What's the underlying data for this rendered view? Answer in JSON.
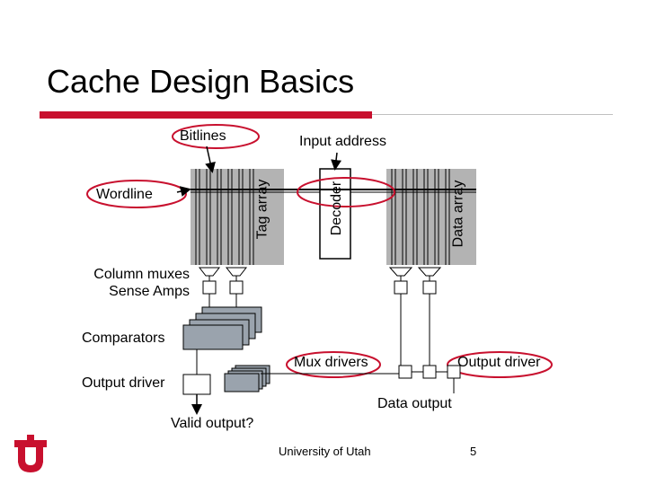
{
  "slide": {
    "title": "Cache Design Basics",
    "colors": {
      "accent": "#c8102e",
      "array_fill": "#b3b3b3",
      "comparator_fill": "#9aa3ad"
    }
  },
  "labels": {
    "bitlines": "Bitlines",
    "input_address": "Input address",
    "wordline": "Wordline",
    "tag_array": "Tag array",
    "decoder": "Decoder",
    "data_array": "Data array",
    "column_muxes": "Column muxes",
    "sense_amps": "Sense Amps",
    "comparators": "Comparators",
    "mux_drivers": "Mux drivers",
    "output_driver_left": "Output driver",
    "output_driver_right": "Output driver",
    "data_output": "Data output",
    "valid_output": "Valid output?"
  },
  "footer": {
    "institution": "University of Utah",
    "page_number": "5",
    "logo_icon": "university-of-utah-u-logo"
  }
}
